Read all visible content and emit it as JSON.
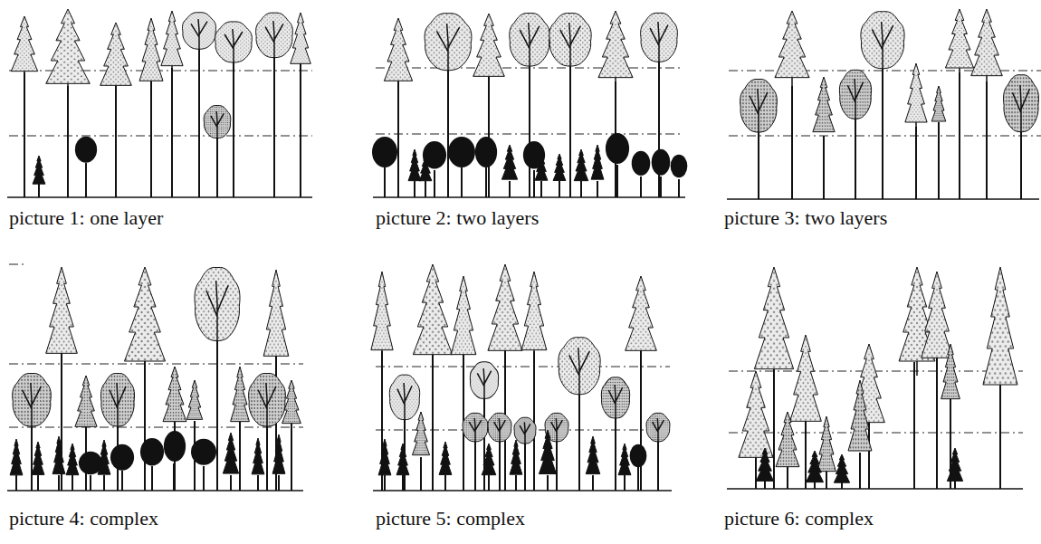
{
  "diagram": {
    "labels": [
      "picture 1: one layer",
      "picture 2: two layers",
      "picture 3: two layers",
      "picture 4: complex",
      "picture 5: complex",
      "picture 6: complex"
    ]
  }
}
